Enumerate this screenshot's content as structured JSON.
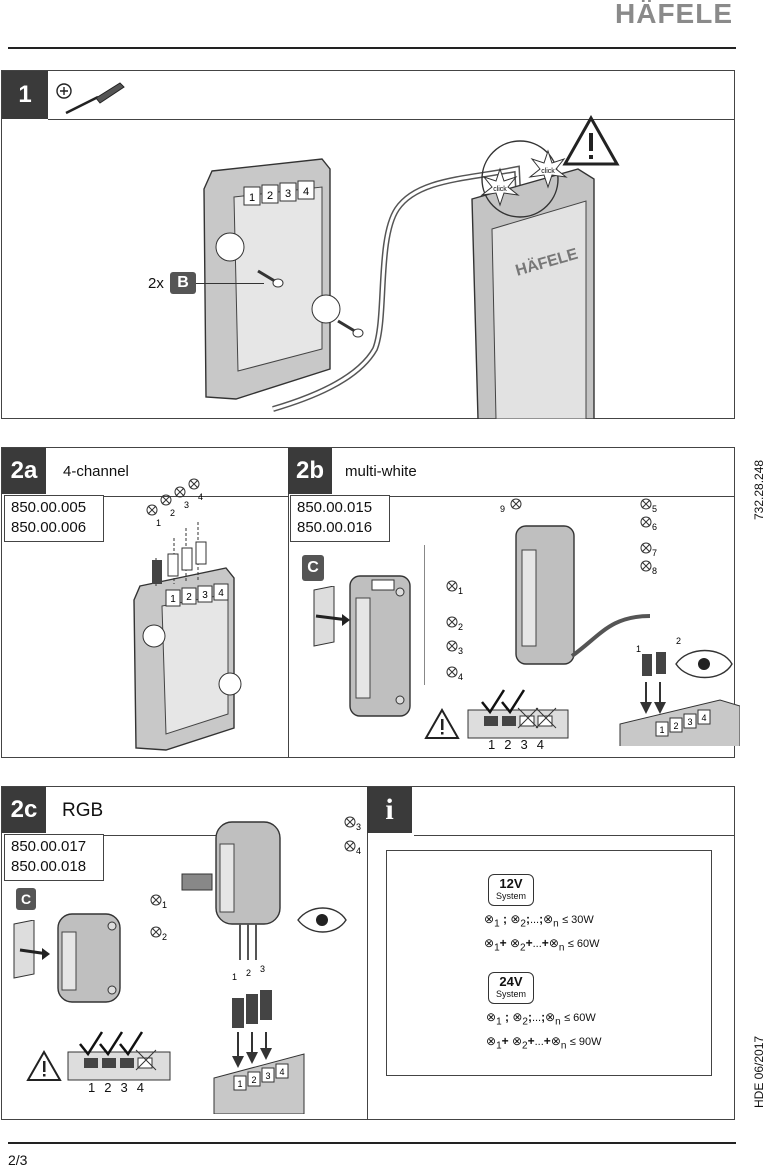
{
  "header": {
    "brand": "HÄFELE"
  },
  "step1": {
    "number": "1",
    "qty": "2x",
    "part": "B",
    "click1": "click",
    "click2": "click",
    "device_brand": "HÄFELE"
  },
  "step2a": {
    "number": "2a",
    "title": "4-channel",
    "codes": [
      "850.00.005",
      "850.00.006"
    ],
    "ports": [
      "1",
      "2",
      "3",
      "4"
    ],
    "wires": [
      "1",
      "2",
      "3",
      "4"
    ]
  },
  "step2b": {
    "number": "2b",
    "title": "multi-white",
    "codes": [
      "850.00.015",
      "850.00.016"
    ],
    "part": "C",
    "channels": [
      "1",
      "2",
      "3",
      "4",
      "5",
      "6",
      "7",
      "8",
      "9"
    ],
    "ports": [
      "1",
      "2",
      "3",
      "4"
    ],
    "wires": [
      "1",
      "2"
    ],
    "scale": [
      "1",
      "2",
      "3",
      "4"
    ]
  },
  "step2c": {
    "number": "2c",
    "title": "RGB",
    "codes": [
      "850.00.017",
      "850.00.018"
    ],
    "part": "C",
    "channels": [
      "1",
      "2",
      "3",
      "4"
    ],
    "wires": [
      "1",
      "2",
      "3"
    ],
    "ports": [
      "1",
      "2",
      "3",
      "4"
    ],
    "scale": [
      "1",
      "2",
      "3",
      "4"
    ]
  },
  "info": {
    "icon": "i",
    "sys12": {
      "voltage": "12V",
      "label": "System",
      "series": {
        "sub1": "1",
        "sep": ";",
        "sub2": "2",
        "dots": "...",
        "subn": "n",
        "limit": "≤ 30W"
      },
      "parallel": {
        "sub1": "1",
        "sep": "+",
        "sub2": "2",
        "dots": "...",
        "subn": "n",
        "limit": "≤ 60W"
      }
    },
    "sys24": {
      "voltage": "24V",
      "label": "System",
      "series": {
        "sub1": "1",
        "sep": ";",
        "sub2": "2",
        "dots": "...",
        "subn": "n",
        "limit": "≤ 60W"
      },
      "parallel": {
        "sub1": "1",
        "sep": "+",
        "sub2": "2",
        "dots": "...",
        "subn": "n",
        "limit": "≤ 90W"
      }
    }
  },
  "side": {
    "doc_number": "732.28.248",
    "date": "HDE 06/2017"
  },
  "footer": {
    "page": "2/3"
  }
}
